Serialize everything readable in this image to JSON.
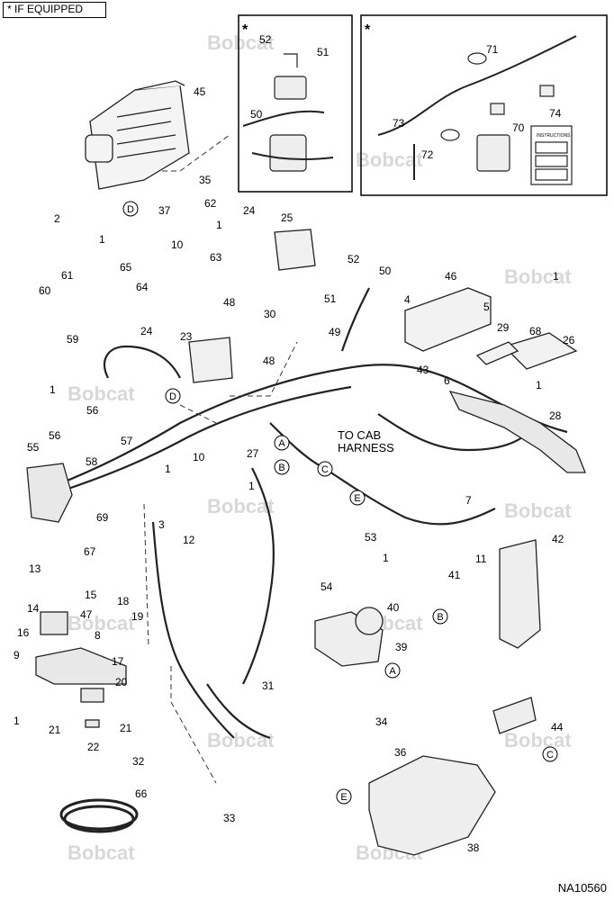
{
  "legend": {
    "star": "*",
    "text": "IF EQUIPPED"
  },
  "diagram_id": "NA10560",
  "note_cab": {
    "line1": "TO CAB",
    "line2": "HARNESS"
  },
  "watermark": "Bobcat",
  "callouts": [
    "1",
    "2",
    "3",
    "4",
    "5",
    "6",
    "7",
    "8",
    "9",
    "10",
    "11",
    "12",
    "13",
    "14",
    "15",
    "16",
    "17",
    "18",
    "19",
    "20",
    "21",
    "22",
    "23",
    "24",
    "25",
    "26",
    "27",
    "28",
    "29",
    "30",
    "31",
    "32",
    "33",
    "34",
    "35",
    "36",
    "37",
    "38",
    "39",
    "40",
    "41",
    "42",
    "43",
    "44",
    "45",
    "46",
    "47",
    "48",
    "49",
    "50",
    "51",
    "52",
    "53",
    "54",
    "55",
    "56",
    "57",
    "58",
    "59",
    "60",
    "61",
    "62",
    "63",
    "64",
    "65",
    "66",
    "67",
    "68",
    "69",
    "70",
    "71",
    "72",
    "73",
    "74"
  ],
  "connectors": [
    "A",
    "B",
    "C",
    "D",
    "E"
  ],
  "instructions_label": "INSTRUCTIONS"
}
